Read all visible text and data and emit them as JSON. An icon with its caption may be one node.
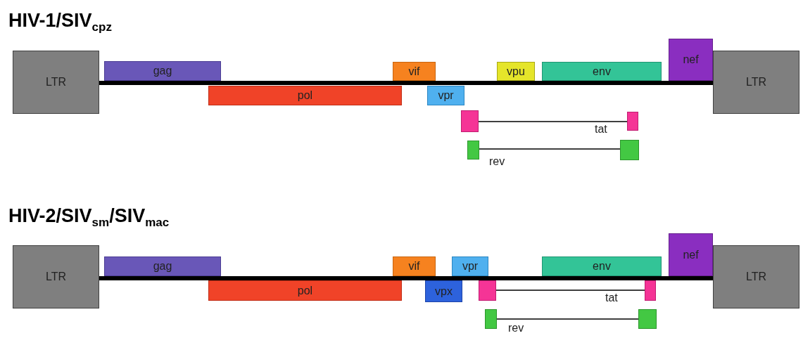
{
  "diagram": {
    "nodes": [
      {
        "text": [
          "LTR"
        ]
      },
      {
        "text": [
          "gag"
        ]
      },
      {
        "text": [
          "vif"
        ]
      },
      {
        "text": [
          "vpu"
        ]
      },
      {
        "text": [
          "env"
        ]
      },
      {
        "text": [
          "nef"
        ]
      },
      {
        "text": [
          "LTR"
        ]
      },
      {
        "text": [
          "pol"
        ]
      },
      {
        "text": [
          "vpr"
        ]
      },
      {
        "text": [],
        "shape": "box"
      },
      {
        "text": [],
        "shape": "box"
      },
      {
        "text": [],
        "shape": "box"
      },
      {
        "text": [],
        "shape": "box"
      },
      {
        "text": [
          "LTR"
        ]
      },
      {
        "text": [
          "gag"
        ]
      },
      {
        "text": [
          "vif"
        ]
      },
      {
        "text": [
          "vpr"
        ]
      },
      {
        "text": [
          "env"
        ]
      },
      {
        "text": [
          "nef"
        ]
      },
      {
        "text": [
          "LTR"
        ]
      },
      {
        "text": [
          "pol"
        ]
      },
      {
        "text": [
          "vpx"
        ]
      },
      {
        "text": [],
        "shape": "box"
      },
      {
        "text": [],
        "shape": "box"
      },
      {
        "text": [],
        "shape": "box"
      },
      {
        "text": [],
        "shape": "box"
      }
    ],
    "edges": [
      {
        "from": 0,
        "to": 6,
        "arrow": "none",
        "style": "thick"
      },
      {
        "from": 9,
        "to": 10,
        "arrow": "none",
        "label": "tat"
      },
      {
        "from": 11,
        "to": 12,
        "arrow": "none",
        "label": "rev"
      },
      {
        "from": 13,
        "to": 19,
        "arrow": "none",
        "style": "thick"
      },
      {
        "from": 22,
        "to": 23,
        "arrow": "none",
        "label": "tat"
      },
      {
        "from": 24,
        "to": 25,
        "arrow": "none",
        "label": "rev"
      }
    ],
    "labels": [
      "HIV-1/SIV$_{cpz}$",
      "HIV-2/SIV$_{sm}$/SIV$_{mac}$"
    ]
  }
}
